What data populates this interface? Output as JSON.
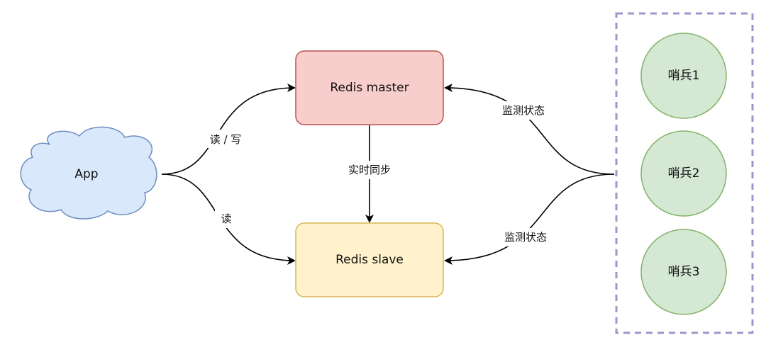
{
  "nodes": {
    "app": {
      "label": "App",
      "fill": "#dae8fc",
      "stroke": "#6c8ebf"
    },
    "master": {
      "label": "Redis master",
      "fill": "#f8cecc",
      "stroke": "#b85450"
    },
    "slave": {
      "label": "Redis slave",
      "fill": "#fff2cc",
      "stroke": "#d6b656"
    },
    "sentinels": [
      {
        "label": "哨兵1"
      },
      {
        "label": "哨兵2"
      },
      {
        "label": "哨兵3"
      }
    ],
    "sentinel_style": {
      "fill": "#d5e8d4",
      "stroke": "#82b366"
    },
    "sentinel_group_stroke": "#9999cc"
  },
  "edges": {
    "app_to_master": "读 / 写",
    "app_to_slave": "读",
    "master_to_slave": "实时同步",
    "sentinel_to_master": "监测状态",
    "sentinel_to_slave": "监测状态"
  }
}
